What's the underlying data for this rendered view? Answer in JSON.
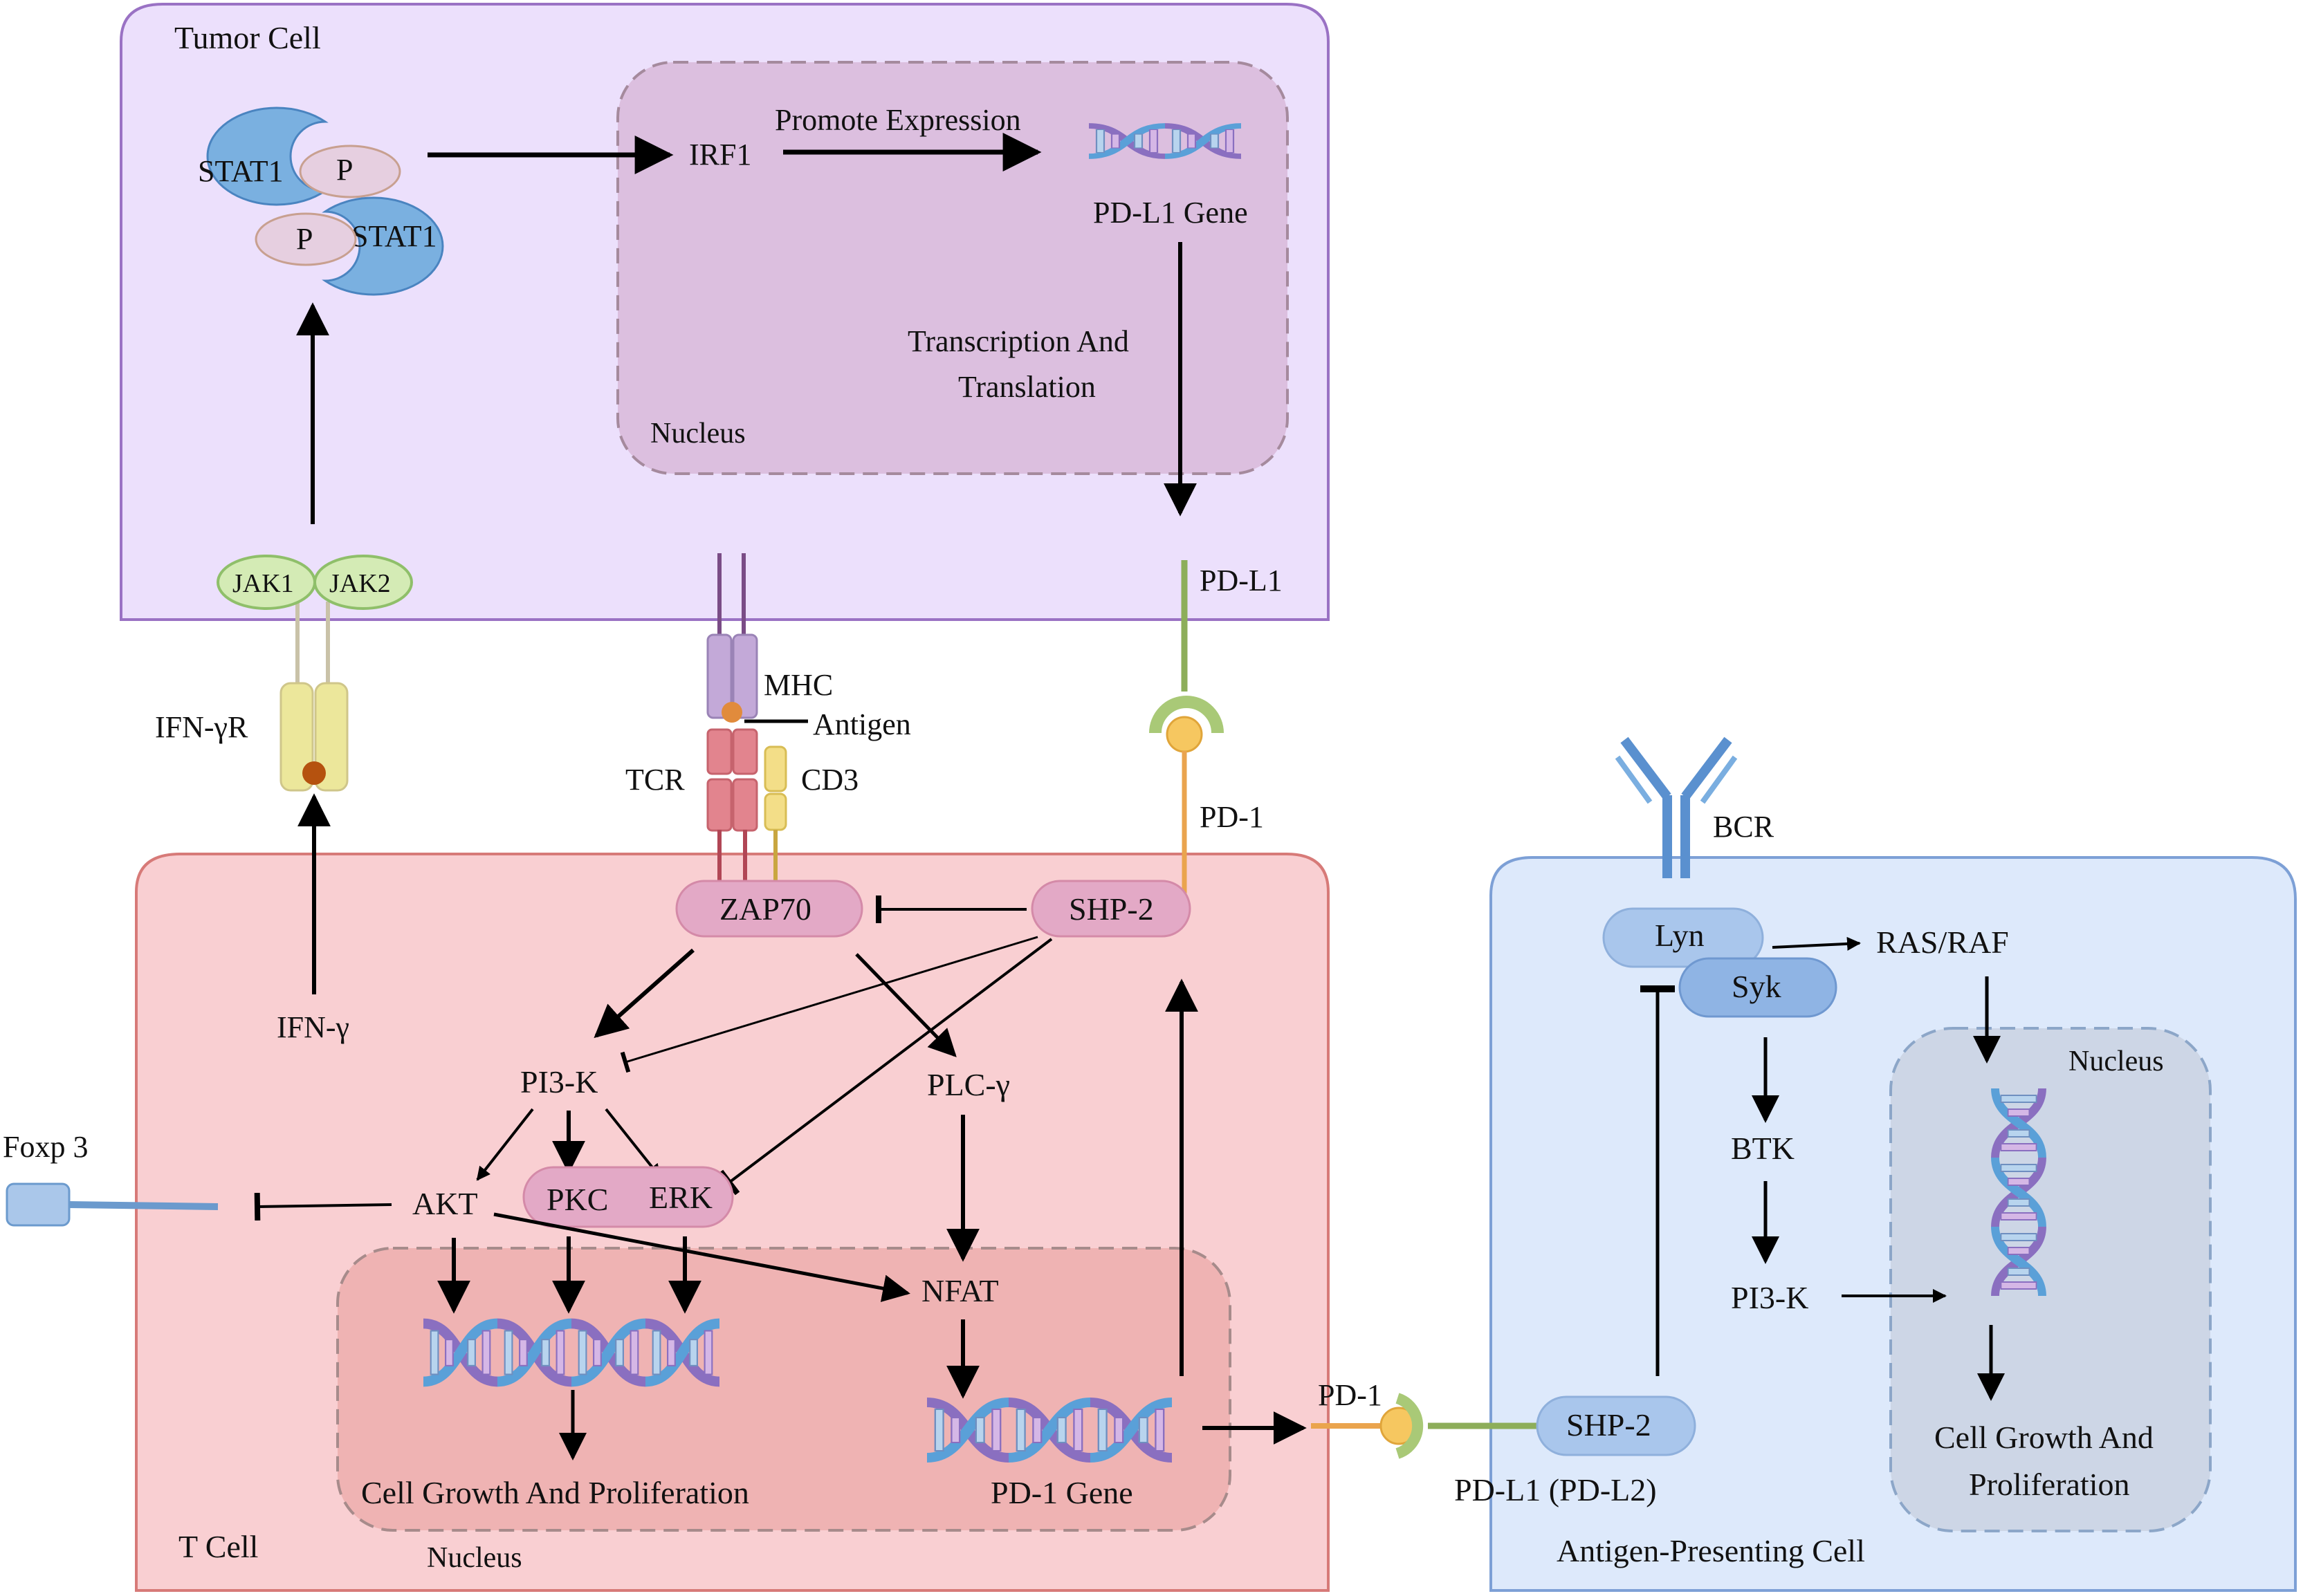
{
  "colors": {
    "tumor_fill": "#ece0fc",
    "tumor_stroke": "#9a72c4",
    "tumor_nucleus_fill": "#dcbfdf",
    "tcell_fill": "#f9cfd2",
    "tcell_stroke": "#d77a78",
    "tcell_nucleus_fill": "#efb3b3",
    "apc_fill": "#dde9fb",
    "apc_stroke": "#7da0d6",
    "apc_nucleus_fill": "#cdd6e6",
    "enzyme_pink": "#e3a9c6",
    "stat_blue": "#7ab0e0",
    "jak_green": "#d4ebb5",
    "apc_blue": "#a9c6ec"
  },
  "labels": {
    "tumor_cell": "Tumor Cell",
    "tcell": "T Cell",
    "apc": "Antigen-Presenting Cell",
    "tumor_nucleus": "Nucleus",
    "tcell_nucleus": "Nucleus",
    "apc_nucleus": "Nucleus",
    "stat1_a": "STAT1",
    "stat1_b": "STAT1",
    "p_a": "P",
    "p_b": "P",
    "irf1": "IRF1",
    "promote_expression": "Promote Expression",
    "pdl1_gene": "PD-L1 Gene",
    "transcription_1": "Transcription And",
    "transcription_2": "Translation",
    "jak1": "JAK1",
    "jak2": "JAK2",
    "pdl1_tumor": "PD-L1",
    "ifngr": "IFN-γR",
    "ifng": "IFN-γ",
    "mhc": "MHC",
    "antigen": "Antigen",
    "tcr": "TCR",
    "cd3": "CD3",
    "pd1_tcell": "PD-1",
    "zap70": "ZAP70",
    "shp2_tcell": "SHP-2",
    "pi3k_tcell": "PI3-K",
    "plcg": "PLC-γ",
    "akt": "AKT",
    "pkc": "PKC",
    "erk": "ERK",
    "nfat": "NFAT",
    "foxp3": "Foxp 3",
    "cell_growth_tcell": "Cell Growth And Proliferation",
    "pd1_gene": "PD-1 Gene",
    "pd1_apc": "PD-1",
    "shp2_apc": "SHP-2",
    "pdl1_apc": "PD-L1 (PD-L2)",
    "bcr": "BCR",
    "lyn": "Lyn",
    "syk": "Syk",
    "ras_raf": "RAS/RAF",
    "btk": "BTK",
    "pi3k_apc": "PI3-K",
    "cell_growth_apc_1": "Cell Growth And",
    "cell_growth_apc_2": "Proliferation"
  }
}
